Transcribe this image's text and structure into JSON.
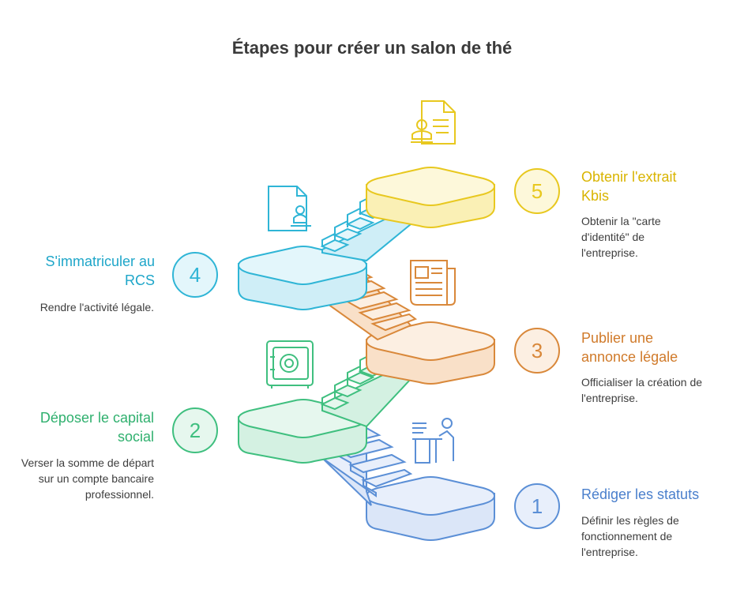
{
  "title": "Étapes pour créer un salon de thé",
  "steps": [
    {
      "number": "1",
      "title": "Rédiger les statuts",
      "desc": "Définir les règles de fonctionnement de l'entreprise.",
      "color": "#5b8fd6",
      "fill": "#e8effb",
      "icon": "desk-worker-icon"
    },
    {
      "number": "2",
      "title": "Déposer le capital social",
      "desc": "Verser la somme de départ sur un compte bancaire professionnel.",
      "color": "#3fbf7f",
      "fill": "#e6f7ee",
      "icon": "safe-icon"
    },
    {
      "number": "3",
      "title": "Publier une annonce légale",
      "desc": "Officialiser la création de l'entreprise.",
      "color": "#d9883a",
      "fill": "#fcefe2",
      "icon": "newspaper-icon"
    },
    {
      "number": "4",
      "title": "S'immatriculer au RCS",
      "desc": "Rendre l'activité légale.",
      "color": "#2fb5d6",
      "fill": "#e3f6fb",
      "icon": "stamped-document-icon"
    },
    {
      "number": "5",
      "title": "Obtenir l'extrait Kbis",
      "desc": "Obtenir la \"carte d'identité\" de l'entreprise.",
      "color": "#e8c81f",
      "fill": "#fdf8da",
      "icon": "certificate-icon"
    }
  ]
}
